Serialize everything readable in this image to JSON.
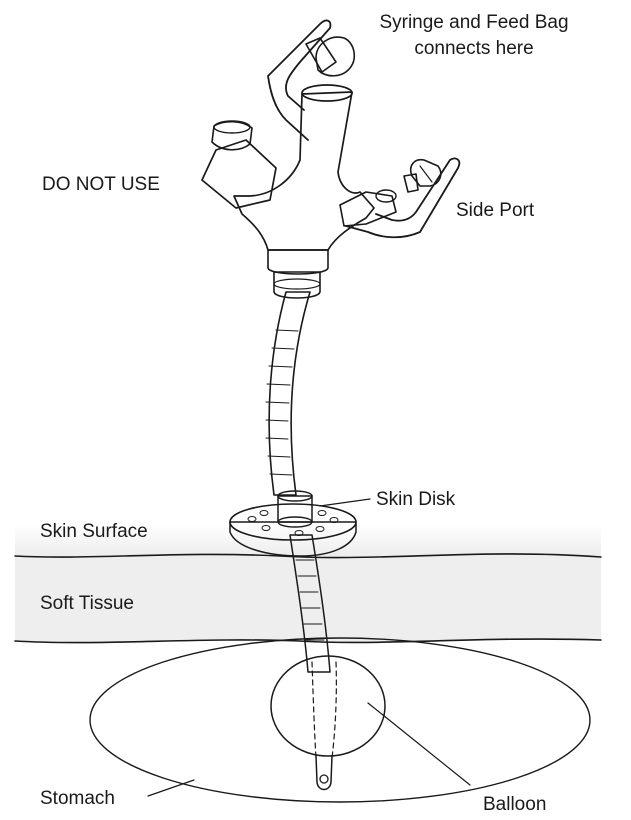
{
  "labels": {
    "syringe_line1": "Syringe and Feed Bag",
    "syringe_line2": "connects here",
    "do_not_use": "DO NOT USE",
    "side_port": "Side Port",
    "skin_disk": "Skin Disk",
    "skin_surface": "Skin Surface",
    "soft_tissue": "Soft Tissue",
    "stomach": "Stomach",
    "balloon": "Balloon"
  },
  "colors": {
    "outline": "#1a1a1a",
    "background": "#ffffff",
    "skin_layer": "#f3f3f3",
    "tissue_layer": "#eeeeee"
  }
}
